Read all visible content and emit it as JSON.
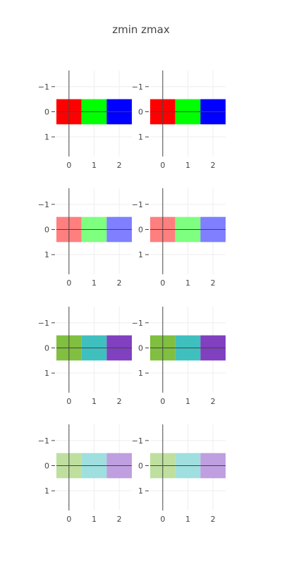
{
  "title": "zmin zmax",
  "chart_data": [
    {
      "type": "heatmap",
      "row": 0,
      "col": 0,
      "x": [
        0,
        1,
        2
      ],
      "y": [
        0
      ],
      "xlim": [
        -0.5,
        2.5
      ],
      "ylim": [
        1.5,
        -1.5
      ],
      "xticks": [
        "0",
        "1",
        "2"
      ],
      "yticks": [
        "−1",
        "0",
        "1"
      ],
      "grid": true,
      "cells": [
        {
          "x": 0,
          "y": 0,
          "color": "#ff0000"
        },
        {
          "x": 1,
          "y": 0,
          "color": "#00ff00"
        },
        {
          "x": 2,
          "y": 0,
          "color": "#0000ff"
        }
      ]
    },
    {
      "type": "heatmap",
      "row": 0,
      "col": 1,
      "x": [
        0,
        1,
        2
      ],
      "y": [
        0
      ],
      "xlim": [
        -0.5,
        2.5
      ],
      "ylim": [
        1.5,
        -1.5
      ],
      "xticks": [
        "0",
        "1",
        "2"
      ],
      "yticks": [
        "−1",
        "0",
        "1"
      ],
      "grid": true,
      "cells": [
        {
          "x": 0,
          "y": 0,
          "color": "#ff0000"
        },
        {
          "x": 1,
          "y": 0,
          "color": "#00ff00"
        },
        {
          "x": 2,
          "y": 0,
          "color": "#0000ff"
        }
      ]
    },
    {
      "type": "heatmap",
      "row": 1,
      "col": 0,
      "x": [
        0,
        1,
        2
      ],
      "y": [
        0
      ],
      "xlim": [
        -0.5,
        2.5
      ],
      "ylim": [
        1.5,
        -1.5
      ],
      "xticks": [
        "0",
        "1",
        "2"
      ],
      "yticks": [
        "−1",
        "0",
        "1"
      ],
      "grid": true,
      "cells": [
        {
          "x": 0,
          "y": 0,
          "color": "#ff7f7f"
        },
        {
          "x": 1,
          "y": 0,
          "color": "#7fff7f"
        },
        {
          "x": 2,
          "y": 0,
          "color": "#7f7fff"
        }
      ]
    },
    {
      "type": "heatmap",
      "row": 1,
      "col": 1,
      "x": [
        0,
        1,
        2
      ],
      "y": [
        0
      ],
      "xlim": [
        -0.5,
        2.5
      ],
      "ylim": [
        1.5,
        -1.5
      ],
      "xticks": [
        "0",
        "1",
        "2"
      ],
      "yticks": [
        "−1",
        "0",
        "1"
      ],
      "grid": true,
      "cells": [
        {
          "x": 0,
          "y": 0,
          "color": "#ff7f7f"
        },
        {
          "x": 1,
          "y": 0,
          "color": "#7fff7f"
        },
        {
          "x": 2,
          "y": 0,
          "color": "#7f7fff"
        }
      ]
    },
    {
      "type": "heatmap",
      "row": 2,
      "col": 0,
      "x": [
        0,
        1,
        2
      ],
      "y": [
        0
      ],
      "xlim": [
        -0.5,
        2.5
      ],
      "ylim": [
        1.5,
        -1.5
      ],
      "xticks": [
        "0",
        "1",
        "2"
      ],
      "yticks": [
        "−1",
        "0",
        "1"
      ],
      "grid": true,
      "cells": [
        {
          "x": 0,
          "y": 0,
          "color": "#80bf40"
        },
        {
          "x": 1,
          "y": 0,
          "color": "#40bfbf"
        },
        {
          "x": 2,
          "y": 0,
          "color": "#8040bf"
        }
      ]
    },
    {
      "type": "heatmap",
      "row": 2,
      "col": 1,
      "x": [
        0,
        1,
        2
      ],
      "y": [
        0
      ],
      "xlim": [
        -0.5,
        2.5
      ],
      "ylim": [
        1.5,
        -1.5
      ],
      "xticks": [
        "0",
        "1",
        "2"
      ],
      "yticks": [
        "−1",
        "0",
        "1"
      ],
      "grid": true,
      "cells": [
        {
          "x": 0,
          "y": 0,
          "color": "#80bf40"
        },
        {
          "x": 1,
          "y": 0,
          "color": "#40bfbf"
        },
        {
          "x": 2,
          "y": 0,
          "color": "#8040bf"
        }
      ]
    },
    {
      "type": "heatmap",
      "row": 3,
      "col": 0,
      "x": [
        0,
        1,
        2
      ],
      "y": [
        0
      ],
      "xlim": [
        -0.5,
        2.5
      ],
      "ylim": [
        1.5,
        -1.5
      ],
      "xticks": [
        "0",
        "1",
        "2"
      ],
      "yticks": [
        "−1",
        "0",
        "1"
      ],
      "grid": true,
      "cells": [
        {
          "x": 0,
          "y": 0,
          "color": "#bfdf9f"
        },
        {
          "x": 1,
          "y": 0,
          "color": "#9fdfdf"
        },
        {
          "x": 2,
          "y": 0,
          "color": "#bf9fdf"
        }
      ]
    },
    {
      "type": "heatmap",
      "row": 3,
      "col": 1,
      "x": [
        0,
        1,
        2
      ],
      "y": [
        0
      ],
      "xlim": [
        -0.5,
        2.5
      ],
      "ylim": [
        1.5,
        -1.5
      ],
      "xticks": [
        "0",
        "1",
        "2"
      ],
      "yticks": [
        "−1",
        "0",
        "1"
      ],
      "grid": true,
      "cells": [
        {
          "x": 0,
          "y": 0,
          "color": "#bfdf9f"
        },
        {
          "x": 1,
          "y": 0,
          "color": "#9fdfdf"
        },
        {
          "x": 2,
          "y": 0,
          "color": "#bf9fdf"
        }
      ]
    }
  ],
  "colors": {
    "grid": "#eeeeee",
    "axis_line": "#444444",
    "tick_text": "#444444"
  }
}
